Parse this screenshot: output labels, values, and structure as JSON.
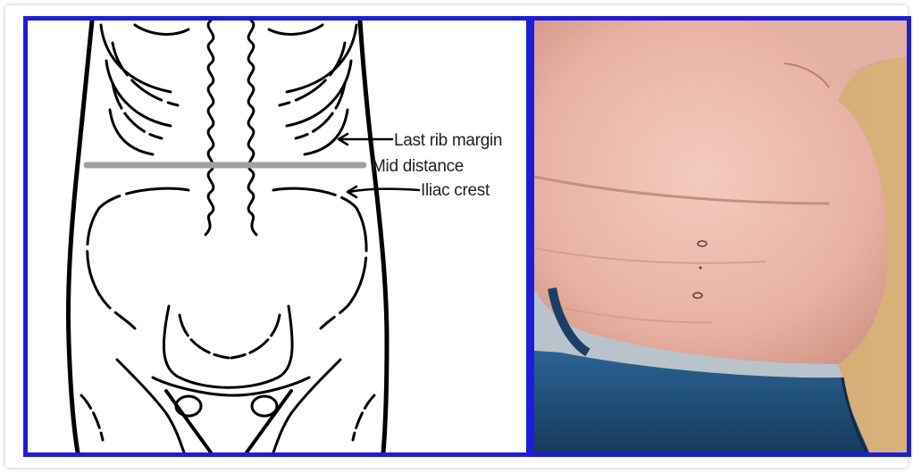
{
  "labels": {
    "last_rib": "Last rib margin",
    "mid_distance": "Mid distance",
    "iliac_crest": "Iliac crest"
  },
  "colors": {
    "frame": "#1c1cde",
    "mid_line": "#a0a0a0",
    "skin": "#e8b6a8",
    "pants": "#1f4f7c"
  }
}
